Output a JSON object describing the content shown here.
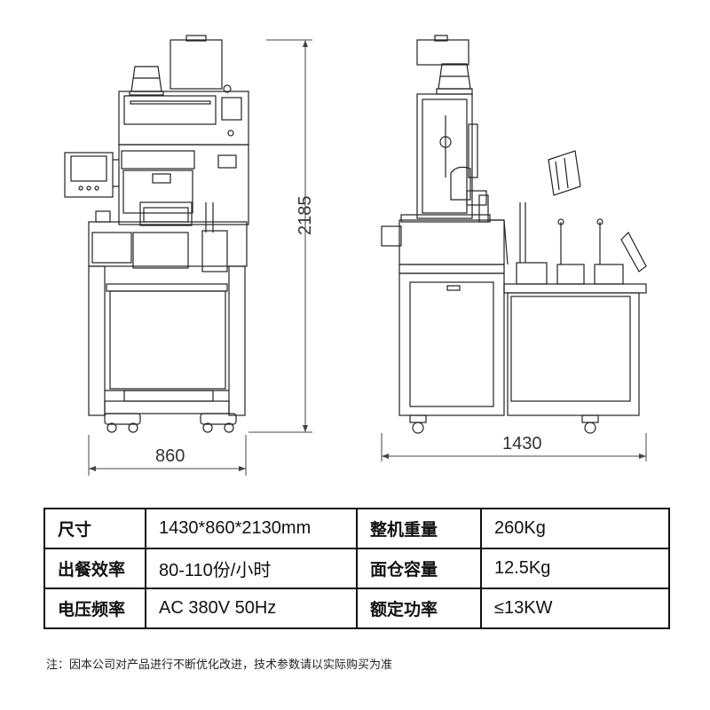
{
  "dimensions": {
    "front_width": "860",
    "height": "2185",
    "side_width": "1430"
  },
  "specs": {
    "rows": [
      {
        "label1": "尺寸",
        "value1": "1430*860*2130mm",
        "label2": "整机重量",
        "value2": "260Kg"
      },
      {
        "label1": "出餐效率",
        "value1": "80-110份/小时",
        "label2": "面仓容量",
        "value2": "12.5Kg"
      },
      {
        "label1": "电压频率",
        "value1": "AC 380V 50Hz",
        "label2": "额定功率",
        "value2": "≤13KW"
      }
    ]
  },
  "note": "注：因本公司对产品进行不断优化改进，技术参数请以实际购买为准"
}
